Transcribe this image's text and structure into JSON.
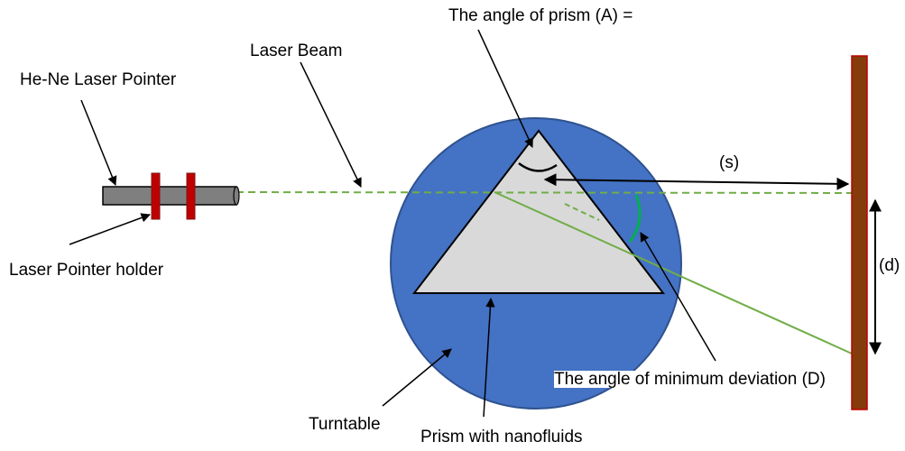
{
  "labels": {
    "prism_angle": "The angle of prism (A) =",
    "laser_beam": "Laser Beam",
    "laser_pointer": "He-Ne Laser Pointer",
    "pointer_holder": "Laser Pointer holder",
    "distance_s": "(s)",
    "distance_d": "(d)",
    "min_deviation": "The angle of minimum deviation (D)",
    "turntable": "Turntable",
    "prism": "Prism with nanofluids"
  },
  "colors": {
    "turntable_fill": "#4472C4",
    "turntable_stroke": "#2F528F",
    "prism_fill": "#D9D9D9",
    "beam_green": "#70AD47",
    "screen_fill": "#843C0C",
    "screen_border": "#C00000",
    "pointer_body": "#7F7F7F",
    "holder_red": "#C00000",
    "deviation_arc": "#00B050"
  }
}
